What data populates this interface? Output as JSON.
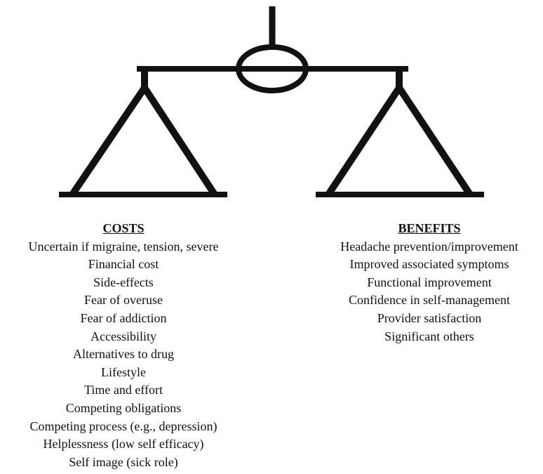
{
  "costs": {
    "heading": "COSTS",
    "items": [
      "Uncertain if migraine, tension, severe",
      "Financial cost",
      "Side-effects",
      "Fear of overuse",
      "Fear of addiction",
      "Accessibility",
      "Alternatives to drug",
      "Lifestyle",
      "Time and effort",
      "Competing obligations",
      "Competing process (e.g., depression)",
      "Helplessness (low self efficacy)",
      "Self image (sick role)"
    ]
  },
  "benefits": {
    "heading": "BENEFITS",
    "items": [
      "Headache prevention/improvement",
      "Improved associated symptoms",
      "Functional improvement",
      "Confidence in self-management",
      "Provider satisfaction",
      "Significant others"
    ]
  },
  "colors": {
    "ink": "#111111",
    "background": "#ffffff"
  }
}
